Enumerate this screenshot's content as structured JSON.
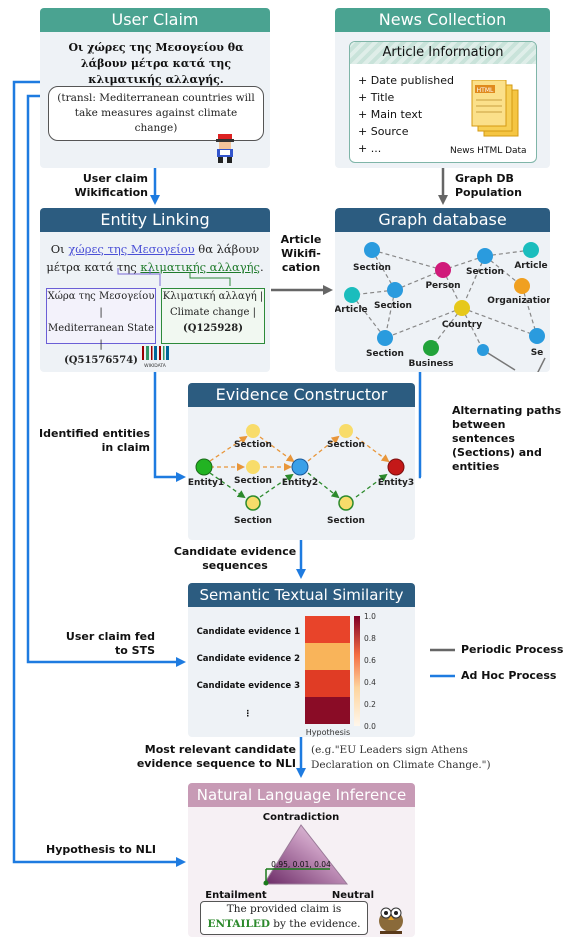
{
  "claim": {
    "header": "User Claim",
    "greek": "Οι χώρες της Μεσογείου θα λάβουν μέτρα κατά της κλιματικής αλλαγής.",
    "translation": "(transl: Mediterranean countries will take measures against climate change)"
  },
  "news": {
    "header": "News Collection",
    "article_title": "Article Information",
    "items": [
      "+ Date published",
      "+ Title",
      "+ Main text",
      "+ Source",
      "+ ..."
    ],
    "html_label": "News HTML Data",
    "html_badge": "HTML"
  },
  "entity_linking": {
    "header": "Entity Linking",
    "sentence_line1_prefix": "Οι ",
    "sentence_line1_link": "χώρες της Μεσογείου",
    "sentence_line1_suffix": " θα λάβουν",
    "sentence_line2_prefix": "μέτρα κατά της ",
    "sentence_line2_link": "κλιματικής αλλαγής",
    "sentence_line2_suffix": ".",
    "entity1": {
      "line1": "Χώρα της Μεσογείου |",
      "line2": "Mediterranean State |",
      "id": "(Q51576574)"
    },
    "entity2": {
      "line1": "Κλιματική αλλαγή |",
      "line2": "Climate change |",
      "id": "(Q125928)"
    },
    "wikidata": "WIKIDATA"
  },
  "graph_db": {
    "header": "Graph database",
    "nodes": [
      "Section",
      "Person",
      "Section",
      "Article",
      "Article",
      "Section",
      "Organization",
      "Country",
      "Section",
      "Business",
      "Se"
    ]
  },
  "evidence": {
    "header": "Evidence Constructor",
    "nodes": [
      "Section",
      "Section",
      "Entity1",
      "Section",
      "Entity2",
      "Entity3",
      "Section",
      "Section"
    ]
  },
  "sts": {
    "header": "Semantic Textual Similarity",
    "rows": [
      "Candidate evidence 1",
      "Candidate evidence 2",
      "Candidate evidence 3",
      "⋮"
    ],
    "xlabel": "Hypothesis",
    "colorbar_ticks": [
      "1.0",
      "0.8",
      "0.6",
      "0.4",
      "0.2",
      "0.0"
    ]
  },
  "nli": {
    "header": "Natural Language Inference",
    "top": "Contradiction",
    "left": "Entailment",
    "right": "Neutral",
    "probs": "0.95, 0.01, 0.04",
    "result_line1": "The provided claim is",
    "result_strong": "ENTAILED",
    "result_line2_rest": " by the evidence."
  },
  "labels": {
    "user_claim_wikification": "User claim\nWikification",
    "graph_db_population": "Graph DB\nPopulation",
    "article_wikification": "Article\nWikifi-\ncation",
    "identified_entities": "Identified entities\nin claim",
    "alternating_paths": "Alternating paths\nbetween sentences\n(Sections) and\nentities",
    "candidate_sequences": "Candidate evidence\nsequences",
    "claim_fed_sts": "User claim fed\nto STS",
    "most_relevant": "Most relevant candidate\nevidence sequence to NLI",
    "example": "(e.g.\"EU Leaders sign Athens Declaration on Climate Change.\")",
    "hypothesis_nli": "Hypothesis to NLI"
  },
  "legend": {
    "periodic": "Periodic Process",
    "adhoc": "Ad Hoc Process",
    "periodic_color": "#666666",
    "adhoc_color": "#1e7be0"
  },
  "colors": {
    "teal_header": "#4aa391",
    "blue_header": "#2c5c80",
    "pink_header": "#c79ab5",
    "panel_bg": "#eef2f6",
    "arrow_blue": "#1e7be0",
    "arrow_gray": "#666666"
  }
}
